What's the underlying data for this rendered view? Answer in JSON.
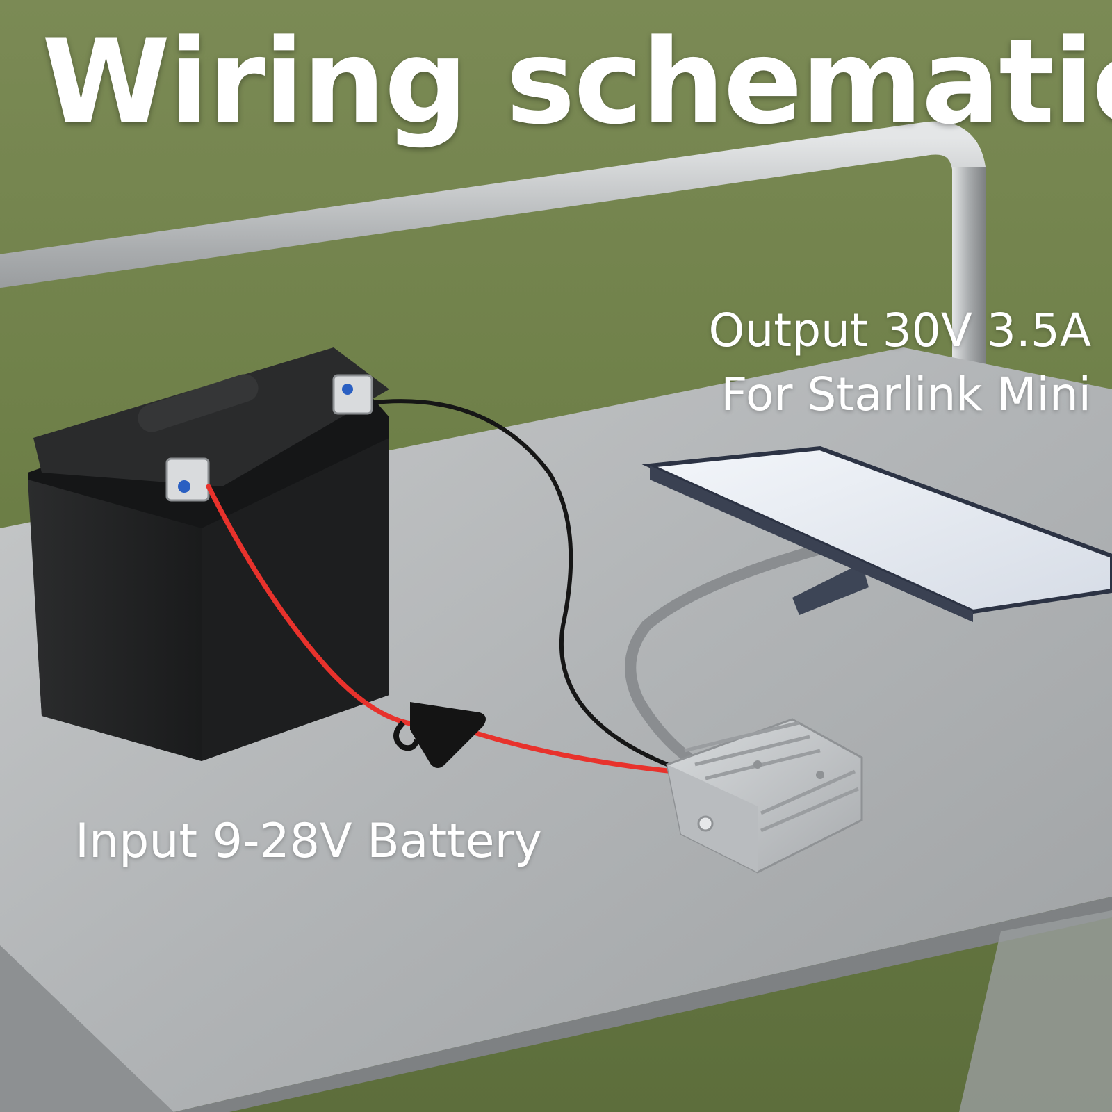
{
  "title": "Wiring schematic",
  "output": {
    "line1": "Output 30V 3.5A",
    "line2": "For Starlink Mini"
  },
  "input_label": "Input 9-28V Battery",
  "colors": {
    "text": "#ffffff",
    "grass": "#6f7f4a",
    "steel": "#b9bcbe",
    "battery": "#1f2021",
    "red_wire": "#e8322c",
    "black_wire": "#161616",
    "grey_cable": "#8a8d90",
    "converter": "#c9cccf",
    "dish": "#e9eef5"
  },
  "icons": [
    "battery-icon",
    "dc-converter-icon",
    "fuse-holder-icon",
    "starlink-dish-icon"
  ]
}
